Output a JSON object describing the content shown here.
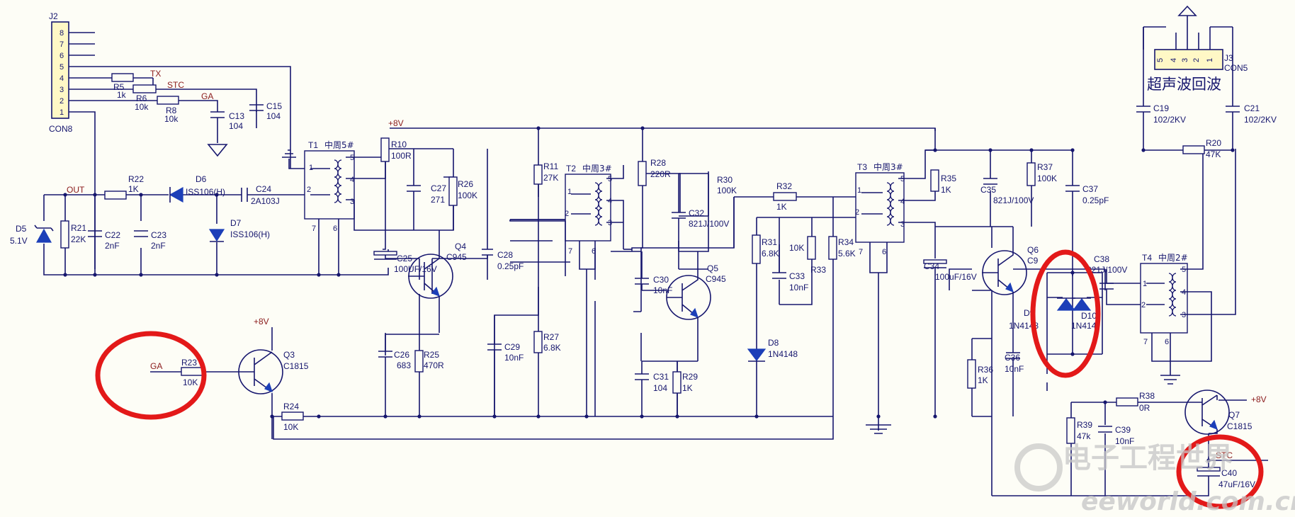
{
  "title_zh": "超声波回波",
  "nets": {
    "tx": "TX",
    "stc": "STC",
    "ga": "GA",
    "out": "OUT",
    "vcc": "+8V"
  },
  "connectors": {
    "j2": {
      "ref": "J2",
      "type": "CON8",
      "pins": [
        "8",
        "7",
        "6",
        "5",
        "4",
        "3",
        "2",
        "1"
      ]
    },
    "j3": {
      "ref": "J3",
      "type": "CON5",
      "pins": [
        "5",
        "4",
        "3",
        "2",
        "1"
      ]
    }
  },
  "transformers": {
    "t1": {
      "ref": "T1",
      "name": "中周5#"
    },
    "t2": {
      "ref": "T2",
      "name": "中周3#"
    },
    "t3": {
      "ref": "T3",
      "name": "中周3#"
    },
    "t4": {
      "ref": "T4",
      "name": "中周2#"
    }
  },
  "pins": {
    "p1": "1",
    "p2": "2",
    "p3": "3",
    "p4": "4",
    "p5": "5",
    "p6": "6",
    "p7": "7"
  },
  "parts": {
    "R5": "R5",
    "v_R5": "1k",
    "R6": "R6",
    "v_R6": "10k",
    "R8": "R8",
    "v_R8": "10k",
    "C13": "C13",
    "v_C13": "104",
    "C15": "C15",
    "v_C15": "104",
    "R22": "R22",
    "v_R22": "1K",
    "D6": "D6",
    "v_D6": "ISS106(H)",
    "C24": "C24",
    "v_C24": "2A103J",
    "D5": "D5",
    "v_D5": "5.1V",
    "R21": "R21",
    "v_R21": "22K",
    "C22": "C22",
    "v_C22": "2nF",
    "C23": "C23",
    "v_C23": "2nF",
    "D7": "D7",
    "v_D7": "ISS106(H)",
    "R10": "R10",
    "v_R10": "100R",
    "C27": "C27",
    "v_C27": "271",
    "R26": "R26",
    "v_R26": "100K",
    "C25": "C25",
    "v_C25": "100UF/16V",
    "Q4": "Q4",
    "v_Q4": "C945",
    "C28": "C28",
    "v_C28": "0.25pF",
    "C26": "C26",
    "v_C26": "683",
    "R25": "R25",
    "v_R25": "470R",
    "R11": "R11",
    "v_R11": "27K",
    "R27": "R27",
    "v_R27": "6.8K",
    "C29": "C29",
    "v_C29": "10nF",
    "R28": "R28",
    "v_R28": "220R",
    "C32": "C32",
    "v_C32": "821J/100V",
    "R30": "R30",
    "v_R30": "100K",
    "C30": "C30",
    "v_C30": "10nF",
    "Q5": "Q5",
    "v_Q5": "C945",
    "C31": "C31",
    "v_C31": "104",
    "R29": "R29",
    "v_R29": "1K",
    "R32": "R32",
    "v_R32": "1K",
    "R31": "R31",
    "v_R31": "6.8K",
    "C33": "C33",
    "v_C33": "10nF",
    "R33": "R33",
    "v_R33": "10K",
    "R34": "R34",
    "v_R34": "5.6K",
    "D8": "D8",
    "v_D8": "1N4148",
    "R35": "R35",
    "v_R35": "1K",
    "C34": "C34",
    "v_C34": "100uF/16V",
    "C35": "C35",
    "v_C35": "821J/100V",
    "R37": "R37",
    "v_R37": "100K",
    "C37": "C37",
    "v_C37": "0.25pF",
    "Q6": "Q6",
    "v_Q6": "C9",
    "C38": "C38",
    "v_C38": "821J/100V",
    "D9": "D9",
    "v_D9": "1N4148",
    "D10": "D10",
    "v_D10": "1N414",
    "C36": "C36",
    "v_C36": "10nF",
    "R36": "R36",
    "v_R36": "1K",
    "R38": "R38",
    "v_R38": "0R",
    "Q7": "Q7",
    "v_Q7": "C1815",
    "R39": "R39",
    "v_R39": "47k",
    "C39": "C39",
    "v_C39": "10nF",
    "C40": "C40",
    "v_C40": "47uF/16V",
    "C19": "C19",
    "v_C19": "102/2KV",
    "C21": "C21",
    "v_C21": "102/2KV",
    "R20": "R20",
    "v_R20": "47K",
    "R23": "R23",
    "v_R23": "10K",
    "Q3": "Q3",
    "v_Q3": "C1815",
    "R24": "R24",
    "v_R24": "10K"
  },
  "watermark": {
    "text_zh": "电子工程世界",
    "text_en": "eeworld.com.cn"
  },
  "colors": {
    "wire": "#16166e",
    "net_label": "#8a1a1a",
    "highlight": "#e31919",
    "diode": "#1c3fb8",
    "connector_fill": "#fff8c6"
  }
}
